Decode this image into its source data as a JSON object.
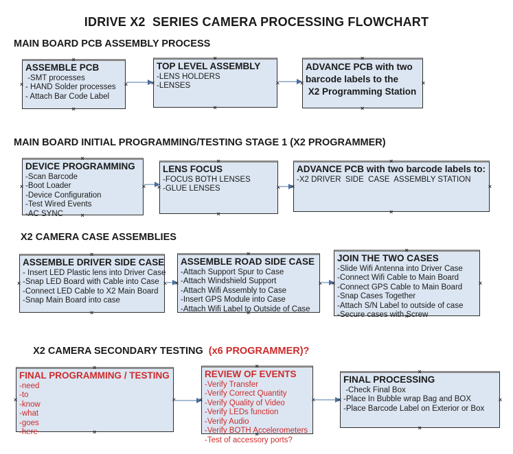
{
  "title": "IDRIVE X2  SERIES CAMERA PROCESSING FLOWCHART",
  "anchor_mark": "×",
  "colors": {
    "box_fill": "#dce6f2",
    "box_border": "#2e2e2e",
    "box_top_edge": "#8a8a8a",
    "arrow_line": "#a6bad2",
    "arrow_head": "#4a6d9e",
    "red_text": "#cc2b2b",
    "black_text": "#1a1a1a",
    "background": "#ffffff"
  },
  "sections": [
    {
      "heading": "MAIN BOARD PCB ASSEMBLY PROCESS",
      "boxes": [
        {
          "title_lines": [
            "ASSEMBLE PCB"
          ],
          "items": [
            " -SMT processes",
            "- HAND Solder processes",
            "- Attach Bar Code Label"
          ]
        },
        {
          "title_lines": [
            "TOP LEVEL ASSEMBLY"
          ],
          "items": [
            "-LENS HOLDERS",
            "-LENSES"
          ]
        },
        {
          "title_lines": [
            "ADVANCE PCB with two",
            "barcode labels to the",
            " X2 Programming Station"
          ],
          "items": []
        }
      ]
    },
    {
      "heading": "MAIN BOARD INITIAL PROGRAMMING/TESTING STAGE 1 (X2 PROGRAMMER)",
      "boxes": [
        {
          "title_lines": [
            "DEVICE PROGRAMMING"
          ],
          "items": [
            "-Scan Barcode",
            "-Boot Loader",
            "-Device Configuration",
            "-Test Wired Events",
            "-AC SYNC"
          ]
        },
        {
          "title_lines": [
            "LENS FOCUS"
          ],
          "items": [
            "-FOCUS BOTH LENSES",
            "-GLUE LENSES"
          ]
        },
        {
          "title_lines": [
            "ADVANCE PCB with two barcode labels to:"
          ],
          "items": [
            "-X2 DRIVER  SIDE  CASE  ASSEMBLY STATION"
          ]
        }
      ]
    },
    {
      "heading": "X2 CAMERA CASE ASSEMBLIES",
      "boxes": [
        {
          "title_lines": [
            "ASSEMBLE DRIVER SIDE CASE"
          ],
          "items": [
            "- Insert LED Plastic lens into Driver Case",
            "-Snap LED Board with Cable into Case",
            "-Connect LED Cable to X2 Main Board",
            "-Snap Main Board into case"
          ]
        },
        {
          "title_lines": [
            "ASSEMBLE ROAD SIDE CASE"
          ],
          "items": [
            "-Attach Support Spur to Case",
            "-Attach Windshield Support",
            "-Attach Wifi Assembly to Case",
            "-Insert GPS Module into Case",
            "-Attach Wifi Label to Outside of Case"
          ]
        },
        {
          "title_lines": [
            "JOIN THE TWO CASES"
          ],
          "items": [
            "-Slide Wifi Antenna into Driver Case",
            "-Connect Wifi Cable to Main Board",
            "-Connect GPS Cable to Main Board",
            "-Snap Cases Together",
            "-Attach S/N Label to outside of case",
            "-Secure cases with Screw"
          ]
        }
      ]
    },
    {
      "heading": "X2 CAMERA SECONDARY TESTING",
      "heading_red": "  (x6 PROGRAMMER)?",
      "boxes": [
        {
          "title_lines": [
            "FINAL PROGRAMMING / TESTING"
          ],
          "items": [
            "-need",
            "-to",
            "-know",
            "-what",
            "-goes",
            "-here"
          ]
        },
        {
          "title_lines": [
            "REVIEW OF EVENTS"
          ],
          "items": [
            "-Verify Transfer",
            "-Verify Correct Quantity",
            "-Verify Quality of Video",
            "-Verify LEDs function",
            "-Verify Audio",
            "-Verify BOTH Accelerometers",
            "-Test of accessory ports?"
          ]
        },
        {
          "title_lines": [
            "FINAL PROCESSING"
          ],
          "items": [
            " -Check Final Box",
            "-Place In Bubble wrap Bag and BOX",
            "-Place Barcode Label on Exterior or Box"
          ]
        }
      ]
    }
  ]
}
